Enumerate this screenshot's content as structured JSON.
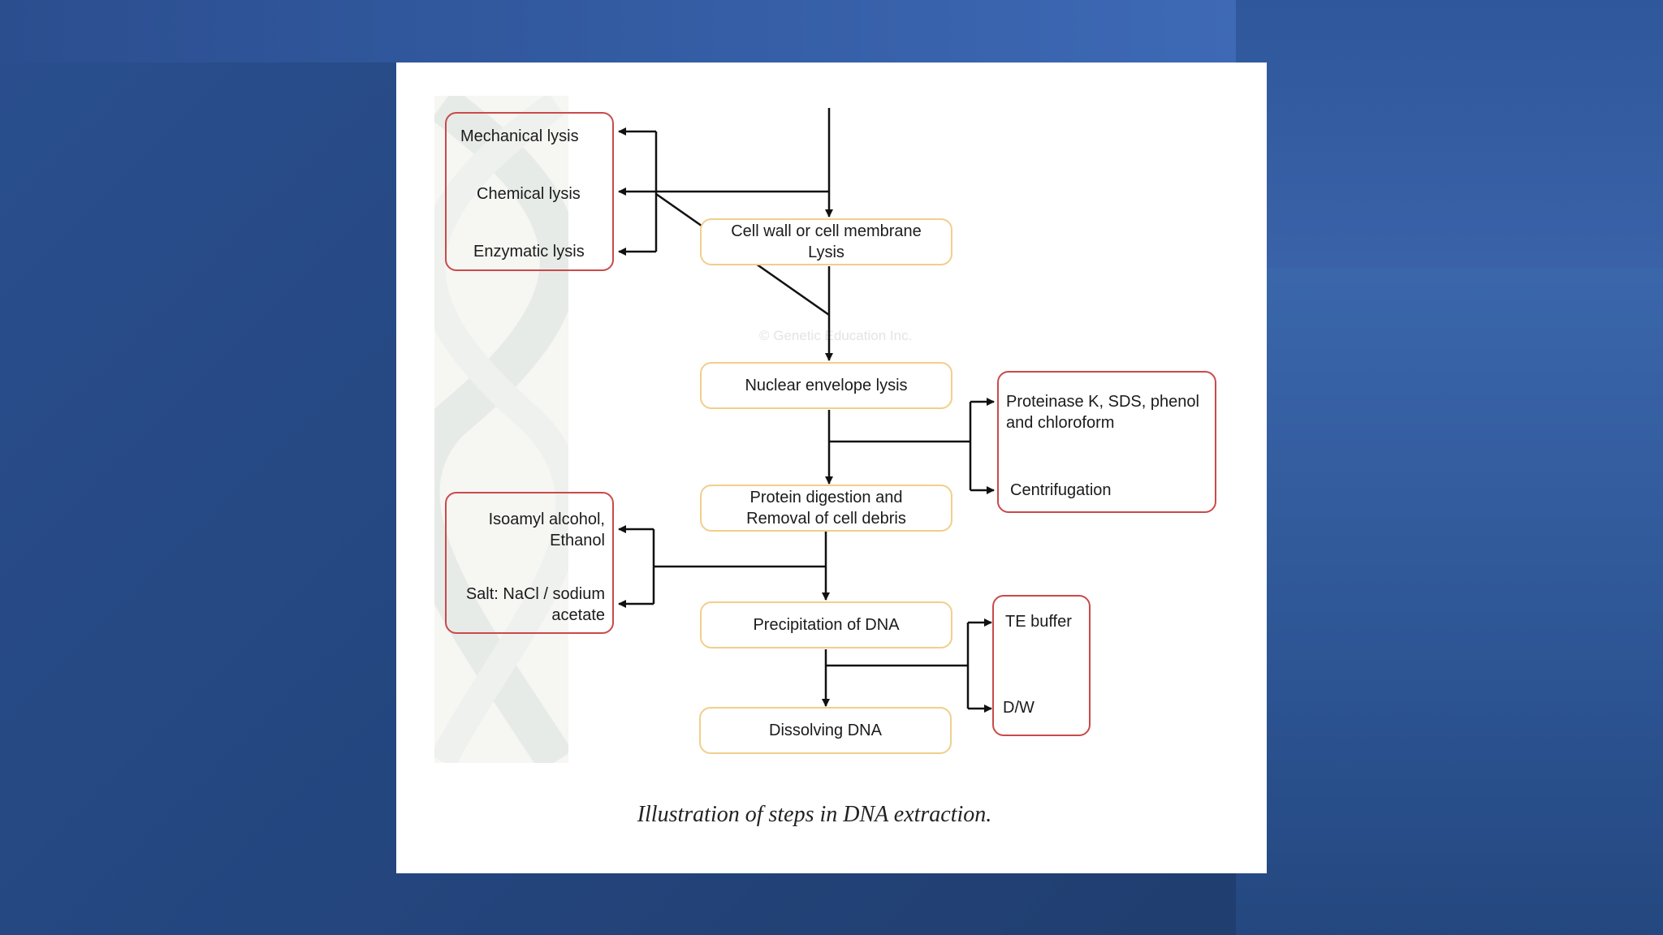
{
  "diagram": {
    "steps": {
      "cell_lysis": "Cell wall or cell membrane Lysis",
      "nuclear_lysis": "Nuclear envelope lysis",
      "protein_digestion": "Protein digestion and Removal of cell debris",
      "precipitation": "Precipitation of DNA",
      "dissolving": "Dissolving DNA"
    },
    "lysis_methods": {
      "mechanical": "Mechanical lysis",
      "chemical": "Chemical lysis",
      "enzymatic": "Enzymatic lysis"
    },
    "protein_reagents": {
      "enzymes": "Proteinase K, SDS, phenol and chloroform",
      "centrifugation": "Centrifugation"
    },
    "precipitation_reagents": {
      "alcohol": "Isoamyl alcohol, Ethanol",
      "salt": "Salt: NaCl / sodium acetate"
    },
    "dissolving_agents": {
      "te_buffer": "TE buffer",
      "dw": "D/W"
    },
    "watermark": "© Genetic Education Inc.",
    "caption": "Illustration of steps in DNA extraction."
  },
  "colors": {
    "step_border": "#f0cf8c",
    "group_border": "#c94a4a",
    "arrow": "#111111",
    "background": "#2a4f8e"
  }
}
